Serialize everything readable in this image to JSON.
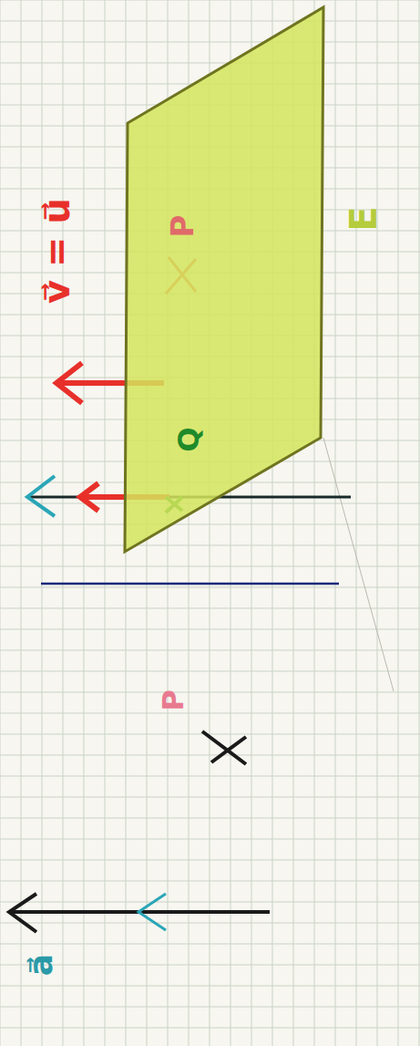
{
  "diagram": {
    "nodes": [
      {
        "text": [
          "E"
        ]
      }
    ],
    "labels": [
      "v⃗ = u⃗",
      "P",
      "Q",
      "P",
      "a⃗"
    ]
  }
}
